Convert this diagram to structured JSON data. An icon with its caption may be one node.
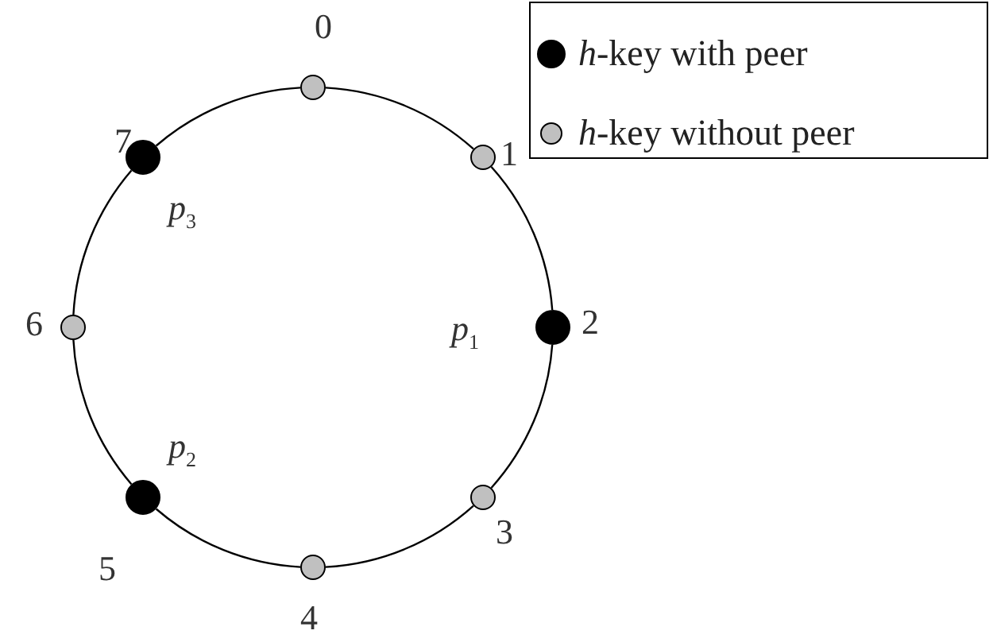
{
  "diagram": {
    "nodes": [
      {
        "text": [],
        "shape": "circle",
        "beside": [
          "0"
        ]
      },
      {
        "text": [],
        "shape": "circle",
        "beside": [
          "1"
        ]
      },
      {
        "text": [],
        "shape": "circle",
        "beside": [
          "2",
          "*p*$_{1}$"
        ]
      },
      {
        "text": [],
        "shape": "circle",
        "beside": [
          "3"
        ]
      },
      {
        "text": [],
        "shape": "circle",
        "beside": [
          "4"
        ]
      },
      {
        "text": [],
        "shape": "circle",
        "beside": [
          "5",
          "*p*$_{2}$"
        ]
      },
      {
        "text": [],
        "shape": "circle",
        "beside": [
          "6"
        ]
      },
      {
        "text": [],
        "shape": "circle",
        "beside": [
          "7",
          "*p*$_{3}$"
        ]
      }
    ],
    "edges": [
      {
        "from": 0,
        "to": 1,
        "arrow": "none"
      },
      {
        "from": 1,
        "to": 2,
        "arrow": "none"
      },
      {
        "from": 2,
        "to": 3,
        "arrow": "none"
      },
      {
        "from": 3,
        "to": 4,
        "arrow": "none"
      },
      {
        "from": 4,
        "to": 5,
        "arrow": "none"
      },
      {
        "from": 5,
        "to": 6,
        "arrow": "none"
      },
      {
        "from": 6,
        "to": 7,
        "arrow": "none"
      },
      {
        "from": 7,
        "to": 0,
        "arrow": "none"
      }
    ],
    "legend": [
      {
        "text": "*h*-key with peer",
        "color": "#000000"
      },
      {
        "text": "*h*-key without peer",
        "color": "#c0c0c0"
      }
    ]
  }
}
